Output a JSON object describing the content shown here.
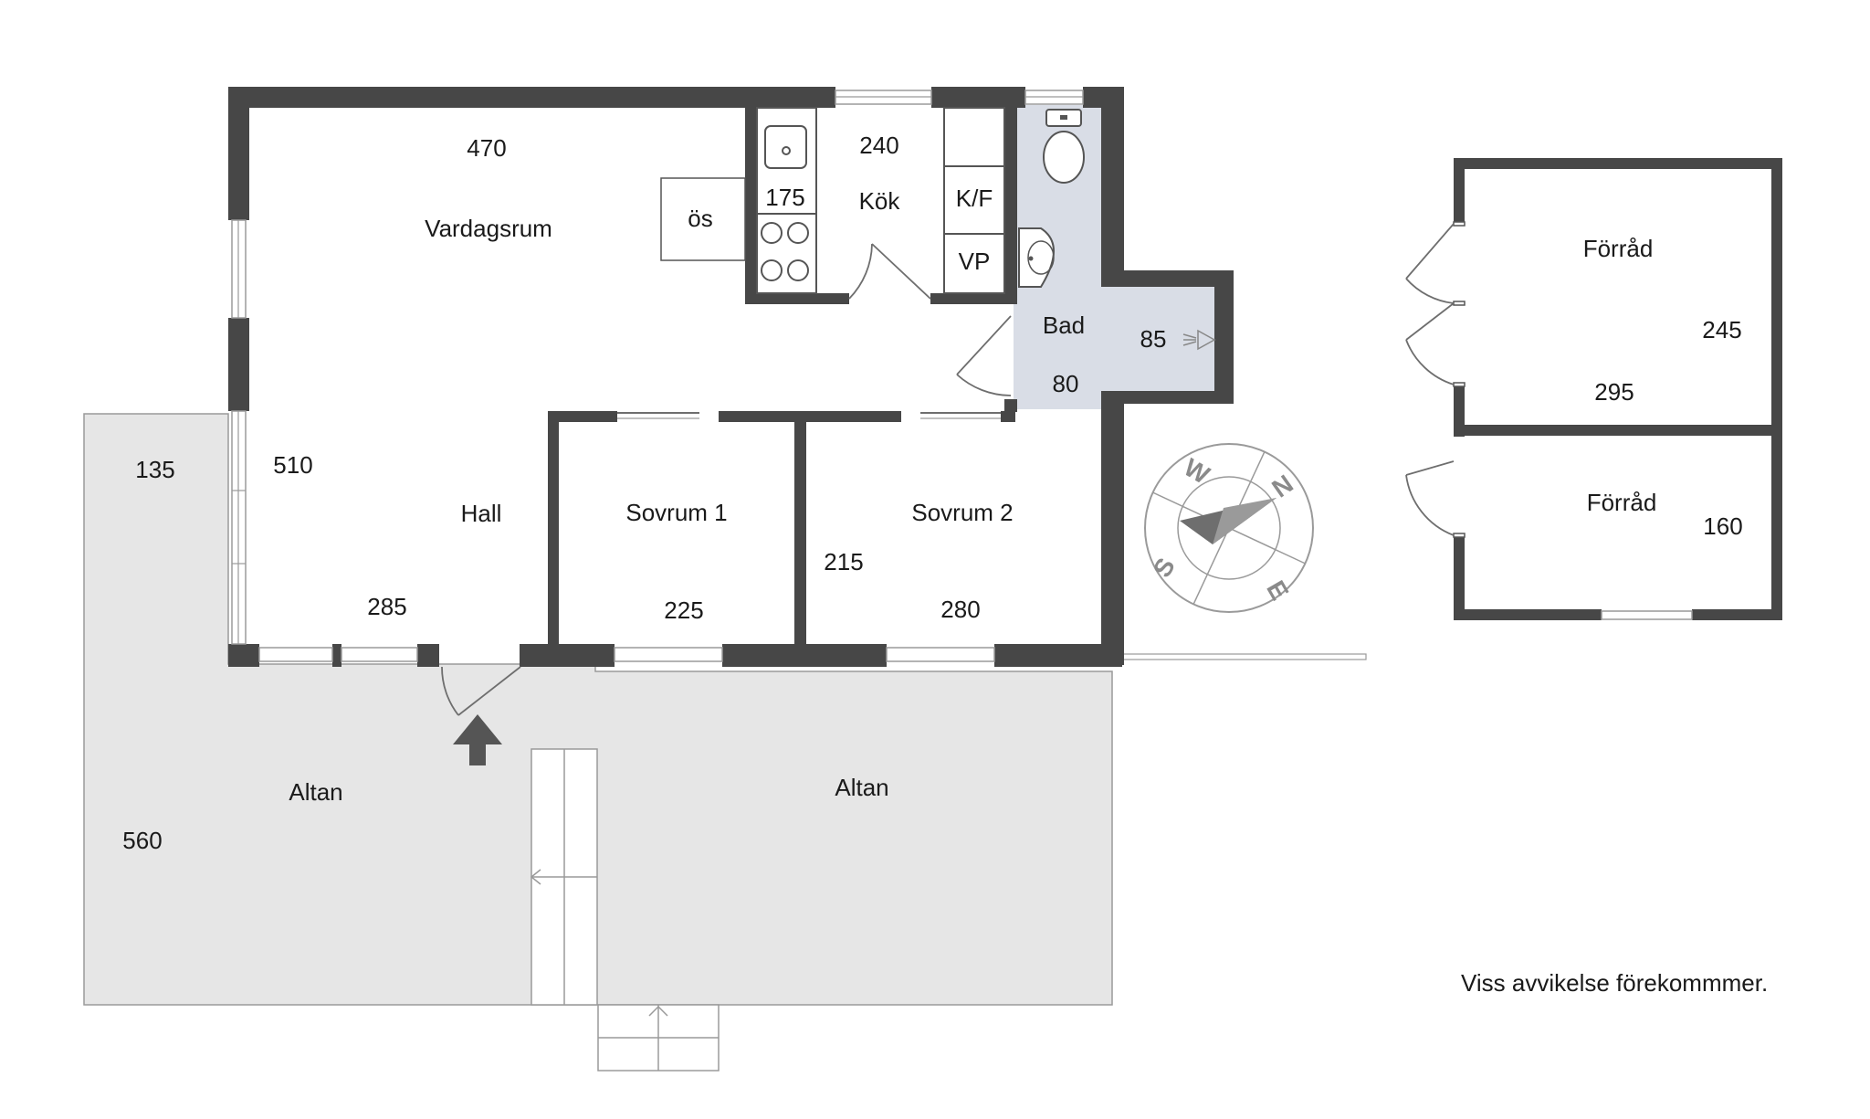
{
  "rooms": {
    "vardagsrum": "Vardagsrum",
    "kok": "Kök",
    "hall": "Hall",
    "bad": "Bad",
    "sovrum1": "Sovrum 1",
    "sovrum2": "Sovrum 2",
    "altan_left": "Altan",
    "altan_right": "Altan",
    "forrad_top": "Förråd",
    "forrad_bottom": "Förråd",
    "os": "ös",
    "kf": "K/F",
    "vp": "VP"
  },
  "dimensions": {
    "vardagsrum_width": "470",
    "kok_width": "240",
    "kok_depth": "175",
    "hall_depth": "510",
    "hall_width": "285",
    "bad_width": "85",
    "bad_depth": "80",
    "sovrum1_width": "225",
    "sovrum2_width": "280",
    "sovrum_depth": "215",
    "altan_width": "135",
    "altan_depth": "560",
    "forrad_top_depth": "245",
    "forrad_top_width": "295",
    "forrad_bottom_depth": "160"
  },
  "compass": {
    "north": "N",
    "east": "E",
    "south": "S",
    "west": "W"
  },
  "disclaimer": "Viss avvikelse förekommmer.",
  "colors": {
    "wall": "#474747",
    "terrace": "#e6e6e6",
    "bath": "#d9dde6",
    "compass_needle": "#6e6e6e"
  }
}
